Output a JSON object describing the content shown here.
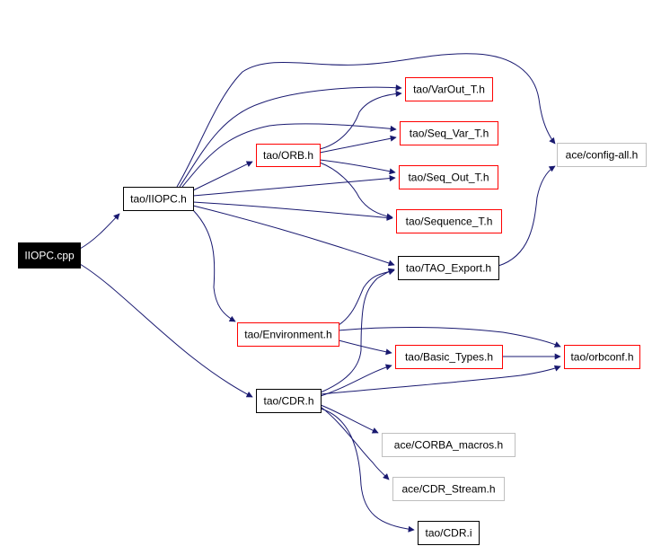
{
  "diagram": {
    "type": "include-dependency-graph",
    "colors": {
      "edge": "#191970",
      "root_fill": "#000000",
      "root_text": "#ffffff",
      "node_border_default": "#000000",
      "node_border_incomplete": "#ff0000",
      "node_border_external": "#bfbfbf",
      "node_fill": "#ffffff",
      "node_text": "#000000"
    },
    "nodes": [
      {
        "id": "iiopc_cpp",
        "label": "IIOPC.cpp",
        "style": "root"
      },
      {
        "id": "iiopc_h",
        "label": "tao/IIOPC.h",
        "style": "default"
      },
      {
        "id": "orb_h",
        "label": "tao/ORB.h",
        "style": "incomplete"
      },
      {
        "id": "varout_t_h",
        "label": "tao/VarOut_T.h",
        "style": "incomplete"
      },
      {
        "id": "seq_var_t_h",
        "label": "tao/Seq_Var_T.h",
        "style": "incomplete"
      },
      {
        "id": "seq_out_t_h",
        "label": "tao/Seq_Out_T.h",
        "style": "incomplete"
      },
      {
        "id": "sequence_t_h",
        "label": "tao/Sequence_T.h",
        "style": "incomplete"
      },
      {
        "id": "config_all_h",
        "label": "ace/config-all.h",
        "style": "external"
      },
      {
        "id": "tao_export_h",
        "label": "tao/TAO_Export.h",
        "style": "default"
      },
      {
        "id": "environment_h",
        "label": "tao/Environment.h",
        "style": "incomplete"
      },
      {
        "id": "basic_types_h",
        "label": "tao/Basic_Types.h",
        "style": "incomplete"
      },
      {
        "id": "orbconf_h",
        "label": "tao/orbconf.h",
        "style": "incomplete"
      },
      {
        "id": "cdr_h",
        "label": "tao/CDR.h",
        "style": "default"
      },
      {
        "id": "corba_macros_h",
        "label": "ace/CORBA_macros.h",
        "style": "external"
      },
      {
        "id": "cdr_stream_h",
        "label": "ace/CDR_Stream.h",
        "style": "external"
      },
      {
        "id": "cdr_i",
        "label": "tao/CDR.i",
        "style": "default"
      }
    ],
    "edges": [
      {
        "from": "iiopc_cpp",
        "to": "iiopc_h"
      },
      {
        "from": "iiopc_cpp",
        "to": "cdr_h"
      },
      {
        "from": "iiopc_h",
        "to": "config_all_h"
      },
      {
        "from": "iiopc_h",
        "to": "varout_t_h"
      },
      {
        "from": "iiopc_h",
        "to": "seq_var_t_h"
      },
      {
        "from": "iiopc_h",
        "to": "orb_h"
      },
      {
        "from": "iiopc_h",
        "to": "seq_out_t_h"
      },
      {
        "from": "iiopc_h",
        "to": "sequence_t_h"
      },
      {
        "from": "iiopc_h",
        "to": "tao_export_h"
      },
      {
        "from": "iiopc_h",
        "to": "environment_h"
      },
      {
        "from": "orb_h",
        "to": "varout_t_h"
      },
      {
        "from": "orb_h",
        "to": "seq_var_t_h"
      },
      {
        "from": "orb_h",
        "to": "seq_out_t_h"
      },
      {
        "from": "orb_h",
        "to": "sequence_t_h"
      },
      {
        "from": "tao_export_h",
        "to": "config_all_h"
      },
      {
        "from": "environment_h",
        "to": "tao_export_h"
      },
      {
        "from": "environment_h",
        "to": "basic_types_h"
      },
      {
        "from": "environment_h",
        "to": "orbconf_h"
      },
      {
        "from": "basic_types_h",
        "to": "orbconf_h"
      },
      {
        "from": "cdr_h",
        "to": "tao_export_h"
      },
      {
        "from": "cdr_h",
        "to": "basic_types_h"
      },
      {
        "from": "cdr_h",
        "to": "orbconf_h"
      },
      {
        "from": "cdr_h",
        "to": "corba_macros_h"
      },
      {
        "from": "cdr_h",
        "to": "cdr_stream_h"
      },
      {
        "from": "cdr_h",
        "to": "cdr_i"
      }
    ]
  }
}
